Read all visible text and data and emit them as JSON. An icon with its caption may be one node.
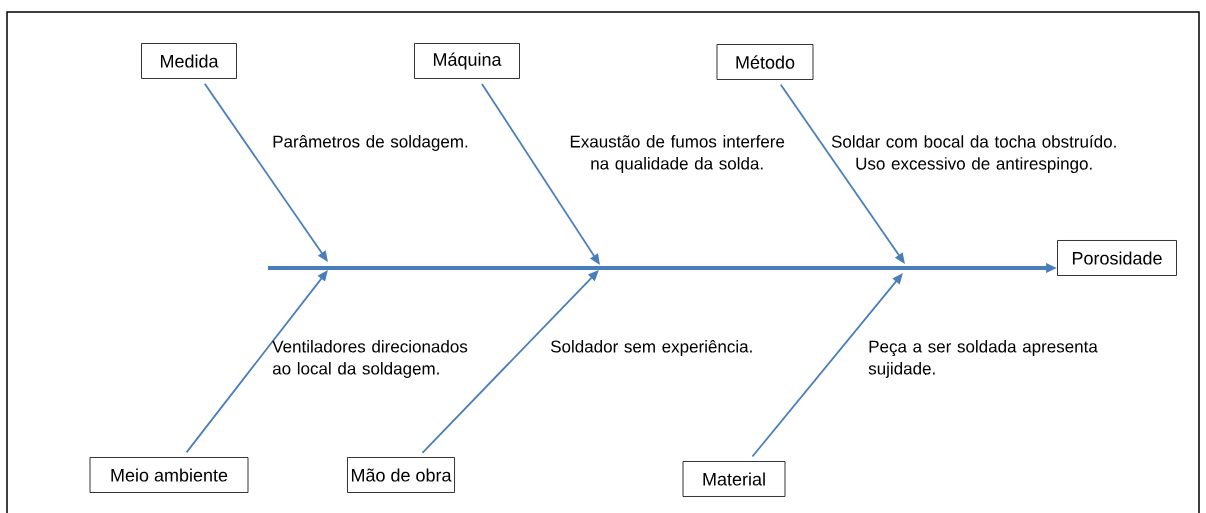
{
  "diagram": {
    "nodes": [
      {
        "text": [
          "Medida"
        ]
      },
      {
        "text": [
          "Máquina"
        ]
      },
      {
        "text": [
          "Método"
        ]
      },
      {
        "text": [
          "Porosidade"
        ]
      },
      {
        "text": [
          "Meio ambiente"
        ]
      },
      {
        "text": [
          "Mão de obra"
        ]
      },
      {
        "text": [
          "Material"
        ]
      }
    ],
    "edges": [
      {
        "from": null,
        "to": 3,
        "arrow": "to",
        "style": "thick"
      },
      {
        "from": 0,
        "to": null,
        "arrow": "to"
      },
      {
        "from": 1,
        "to": null,
        "arrow": "to"
      },
      {
        "from": 2,
        "to": null,
        "arrow": "to"
      },
      {
        "from": 4,
        "to": null,
        "arrow": "to"
      },
      {
        "from": 5,
        "to": null,
        "arrow": "to"
      },
      {
        "from": 6,
        "to": null,
        "arrow": "to"
      }
    ],
    "labels": [
      "Parâmetros de soldagem.",
      "Exaustão de fumos interfere na qualidade da solda.",
      "Soldar com bocal da tocha obstruído. Uso excessivo de antirespingo.",
      "Ventiladores direcionados ao local da soldagem.",
      "Soldador sem experiência.",
      "Peça a ser soldada apresenta sujidade."
    ]
  }
}
